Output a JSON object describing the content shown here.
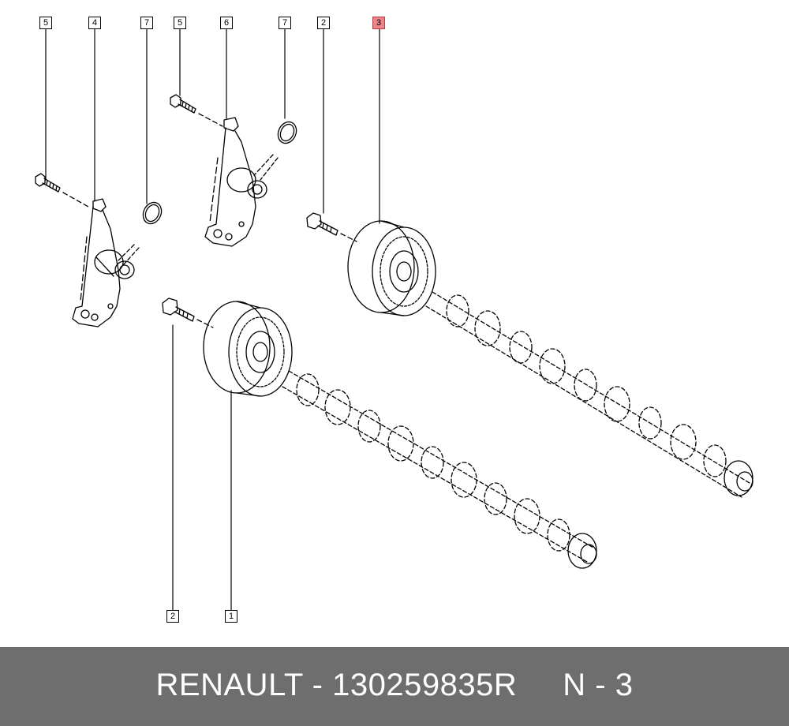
{
  "diagram": {
    "callouts": [
      {
        "id": "c1",
        "label": "5",
        "highlight": false
      },
      {
        "id": "c2",
        "label": "4",
        "highlight": false
      },
      {
        "id": "c3",
        "label": "7",
        "highlight": false
      },
      {
        "id": "c4",
        "label": "5",
        "highlight": false
      },
      {
        "id": "c5",
        "label": "6",
        "highlight": false
      },
      {
        "id": "c6",
        "label": "7",
        "highlight": false
      },
      {
        "id": "c7",
        "label": "2",
        "highlight": false
      },
      {
        "id": "c8",
        "label": "3",
        "highlight": true
      },
      {
        "id": "c9",
        "label": "2",
        "highlight": false
      },
      {
        "id": "c10",
        "label": "1",
        "highlight": false
      }
    ],
    "highlight_color": "#e9868b"
  },
  "footer": {
    "brand": "RENAULT",
    "part_number": "130259835R",
    "ref": "N - 3",
    "text": "RENAULT - 130259835R     N - 3",
    "background": "#6e6e6e"
  }
}
